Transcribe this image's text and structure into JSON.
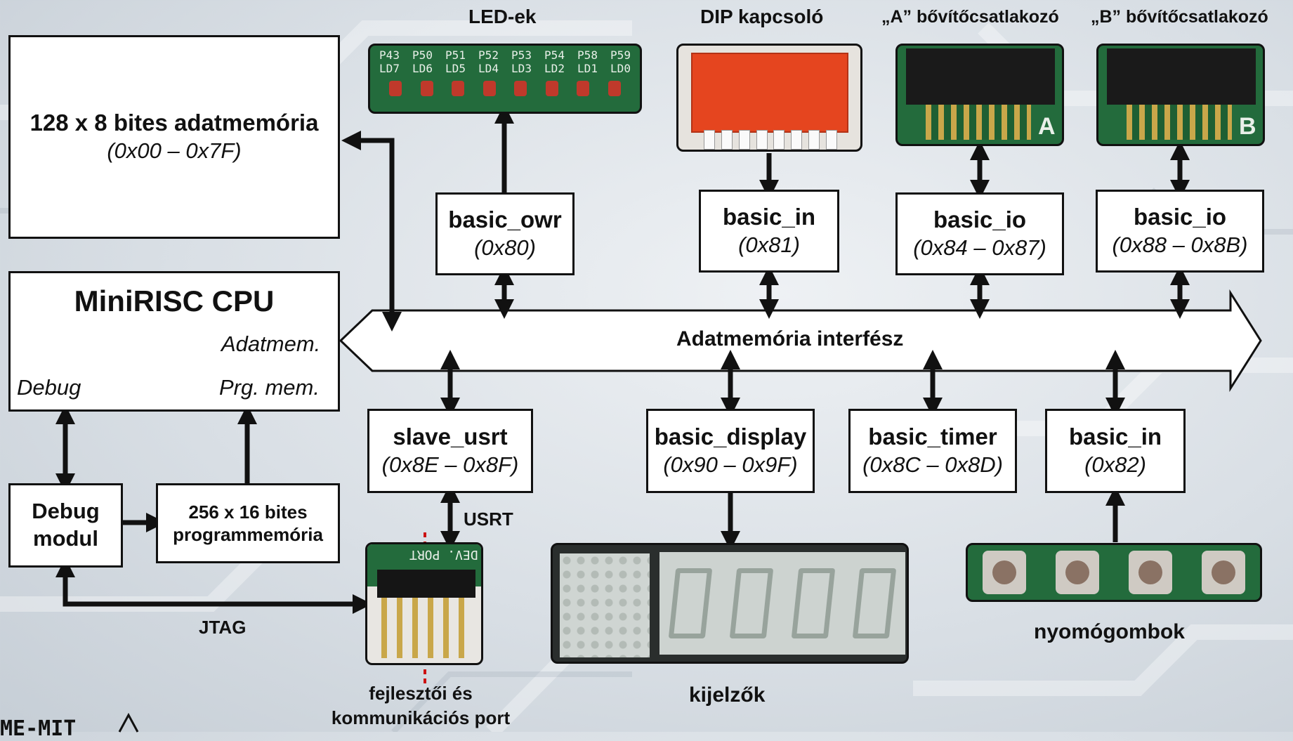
{
  "labels": {
    "led": "LED-ek",
    "dip": "DIP kapcsoló",
    "conn_a": "„A” bővítőcsatlakozó",
    "conn_b": "„B” bővítőcsatlakozó",
    "bus": "Adatmemória interfész",
    "usrt": "USRT",
    "jtag": "JTAG",
    "port": "fejlesztői és\nkommunikációs port",
    "displays": "kijelzők",
    "buttons": "nyomógombok",
    "logo": "ME-MIT"
  },
  "datamem": {
    "title": "128 x 8 bites adatmemória",
    "addr": "(0x00 – 0x7F)"
  },
  "cpu": {
    "title": "MiniRISC CPU",
    "port_data": "Adatmem.",
    "port_debug": "Debug",
    "port_prg": "Prg. mem."
  },
  "debug": {
    "title": "Debug\nmodul"
  },
  "prgmem": {
    "title": "256 x 16 bites\nprogrammemória"
  },
  "periph_top": [
    {
      "name": "basic_owr",
      "addr": "(0x80)"
    },
    {
      "name": "basic_in",
      "addr": "(0x81)"
    },
    {
      "name": "basic_io",
      "addr": "(0x84 – 0x87)"
    },
    {
      "name": "basic_io",
      "addr": "(0x88 – 0x8B)"
    }
  ],
  "periph_bottom": [
    {
      "name": "slave_usrt",
      "addr": "(0x8E – 0x8F)"
    },
    {
      "name": "basic_display",
      "addr": "(0x90 – 0x9F)"
    },
    {
      "name": "basic_timer",
      "addr": "(0x8C – 0x8D)"
    },
    {
      "name": "basic_in",
      "addr": "(0x82)"
    }
  ],
  "led_pcb": {
    "top": [
      "P43",
      "P50",
      "P51",
      "P52",
      "P53",
      "P54",
      "P58",
      "P59"
    ],
    "bottom": [
      "LD7",
      "LD6",
      "LD5",
      "LD4",
      "LD3",
      "LD2",
      "LD1",
      "LD0"
    ]
  },
  "port_pcb": "DEV. PORT",
  "conn_letters": [
    "A",
    "B"
  ],
  "colors": {
    "line": "#111111",
    "pcb": "#1f6b3a",
    "dip": "#e5451f",
    "led": "#c0392b",
    "segment": "#8f9a93",
    "dotted": "#cc1111"
  }
}
